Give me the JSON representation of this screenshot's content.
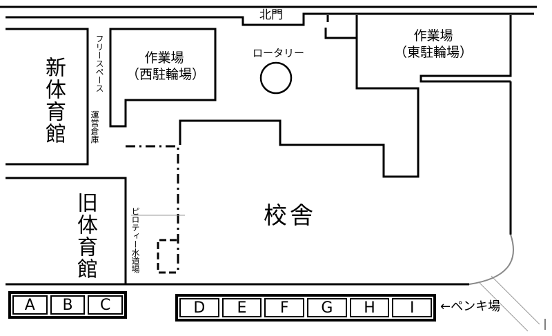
{
  "labels": {
    "north_gate": "北門",
    "rotary": "ロータリー",
    "work_west_line1": "作業場",
    "work_west_line2": "（西駐輪場）",
    "work_east_line1": "作業場",
    "work_east_line2": "（東駐輪場）",
    "free_space": "フリースペース",
    "management_storage": "運営倉庫",
    "new_gym": "新体育館",
    "old_gym": "旧体育館",
    "school_building": "校舎",
    "piloti_water": "ピロティー水道場",
    "paint_area": "←ペンキ場"
  },
  "paint_spots_left": [
    "A",
    "B",
    "C"
  ],
  "paint_spots_right": [
    "D",
    "E",
    "F",
    "G",
    "H",
    "I"
  ]
}
